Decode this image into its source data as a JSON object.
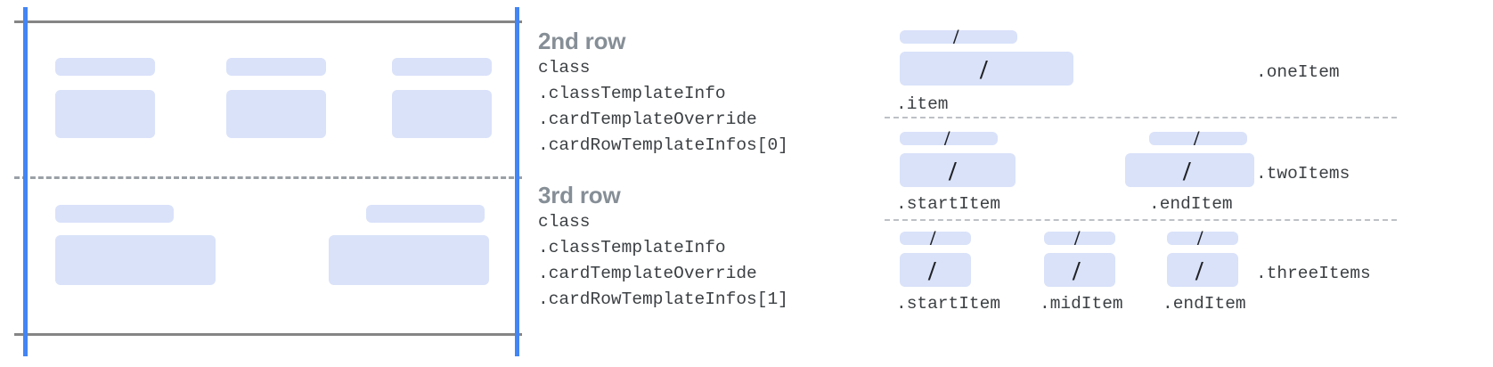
{
  "colors": {
    "placeholder_block": "#d9e2f9",
    "guide_blue": "#4285f4",
    "rule_gray": "#858585",
    "dash_gray": "#9aa0a6",
    "dot_gray": "#bdc1c6",
    "heading_gray": "#868e96",
    "mono_text": "#3c4043",
    "background": "#ffffff"
  },
  "left_panel": {
    "name": "card-row-layout-preview",
    "rows": [
      {
        "id": "row-2",
        "columns": [
          {
            "label_bar": true,
            "content_box": true
          },
          {
            "label_bar": true,
            "content_box": true
          },
          {
            "label_bar": true,
            "content_box": true
          }
        ]
      },
      {
        "id": "row-3",
        "columns": [
          {
            "label_bar": true,
            "content_box": true
          },
          {
            "label_bar": true,
            "content_box": true
          }
        ]
      }
    ],
    "guides": {
      "vertical_left": true,
      "vertical_right": true,
      "rule_top": true,
      "rule_bottom": true,
      "row_divider_dashed": true
    }
  },
  "captions": [
    {
      "heading": "2nd row",
      "lines": [
        "class",
        ".classTemplateInfo",
        ".cardTemplateOverride",
        ".cardRowTemplateInfos[0]"
      ]
    },
    {
      "heading": "3rd row",
      "lines": [
        "class",
        ".classTemplateInfo",
        ".cardTemplateOverride",
        ".cardRowTemplateInfos[1]"
      ]
    }
  ],
  "right_panel": {
    "name": "row-template-variants",
    "slash_glyph": "/",
    "sections": [
      {
        "variant_label": ".oneItem",
        "items": [
          {
            "label": ".item",
            "label_align": "left"
          }
        ]
      },
      {
        "variant_label": ".twoItems",
        "items": [
          {
            "label": ".startItem",
            "label_align": "left"
          },
          {
            "label": ".endItem",
            "label_align": "left"
          }
        ]
      },
      {
        "variant_label": ".threeItems",
        "items": [
          {
            "label": ".startItem",
            "label_align": "left"
          },
          {
            "label": ".midItem",
            "label_align": "left"
          },
          {
            "label": ".endItem",
            "label_align": "left"
          }
        ]
      }
    ]
  }
}
